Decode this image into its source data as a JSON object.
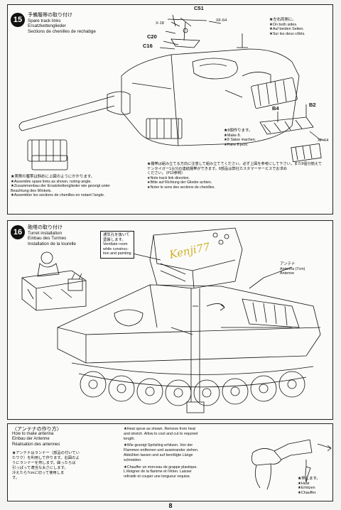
{
  "step15": {
    "number": "15",
    "title_jp": "予備履帯の取り付け",
    "title_en": "Spare track links",
    "title_de": "Ersatzkettenglieder",
    "title_fr": "Sections de chenilles de rechabge",
    "parts": {
      "c51": "C51",
      "xf64_top": "XF-64",
      "x18": "X-18",
      "c20": "C20",
      "c16": "C16",
      "b4": "B4",
      "b2": "B2",
      "xf64_side": "XF-64"
    },
    "both_sides": [
      "★左右両側に。",
      "★On both sides.",
      "★Auf beiden Seiten.",
      "★Sur les deux côtés."
    ],
    "make8": [
      "★8個作ります。",
      "★Make 8.",
      "★8 Sätze machen.",
      "★Faire 8 jeux."
    ],
    "note_left": [
      "★実際の履帯は斜めに上図のようにかかります。",
      "★Assemble spare links as shown, noting angle.",
      "★Zusammenbau der Ersatzkettenglieder wie gezeigt unter",
      "Beachtung des Winkels.",
      "★Assembler les sections de chenilles en notant l'angle."
    ],
    "note_right": [
      "★履帯は組み立てる方向に注意して組み立ててください。必ず上図を参考にして下さい。また8個分揃えて",
      "テンタイガー1台分の連結履帯ができます。8部品は弊社カスタマーサービスでお求め",
      "ください。（P10参照）",
      "★Note track link direction.",
      "★Bitte auf Richtung der Glieder achten.",
      "★Noter le sens des sections de chenilles."
    ]
  },
  "step16": {
    "number": "16",
    "title_jp": "砲塔の取り付け",
    "title_en": "Turret installation",
    "title_de": "Einbau des Turmes",
    "title_fr": "Installation de la tourelle",
    "callout": [
      "通気孔を抜いて",
      "塗装します。",
      "Ventilate room",
      "while construc-",
      "tion and painting"
    ],
    "antenna": [
      "アンテナ",
      "Antenna (7cm)",
      "Antenne"
    ]
  },
  "antenna_section": {
    "title_jp": "〈アンテナの作り方〉",
    "title_en": "How to make antenna",
    "title_de": "Einbau der Antenne",
    "title_fr": "Réalisation des antennes",
    "jp_text": [
      "★アンテナはランナー（部品の付いてい",
      "たワク）を利用して作ります。右図のよ",
      "うにランナーを熱します。曲ったらば",
      "引っぱって適当な太さにします。",
      "冷えたら7cmに切って使用しま",
      "す。"
    ],
    "en_text": [
      "★Heat sprue as shown. Remove from heat",
      "and stretch. Allow to cool and cut to required",
      "length."
    ],
    "de_text": [
      "★Wie gezeigt Spritzling erhitzen. Von der",
      "Flammen entfernen und auseinander ziehen.",
      "Abkühlen lassen und auf benötigte Länge",
      "schneiden."
    ],
    "fr_text": [
      "★Chauffer un morceau de grappe plastique.",
      "L'éloigner de la flamme et l'étirer. Laisser",
      "refroidir et couper une longueur requise."
    ],
    "heat": [
      "★熱します。",
      "★Heat",
      "★Erhitzen",
      "★Chauffer."
    ]
  },
  "watermark": "Kenji77",
  "page_number": "8",
  "colors": {
    "ink": "#111111",
    "paper": "#fbfbf9",
    "watermark": "#caa000"
  }
}
